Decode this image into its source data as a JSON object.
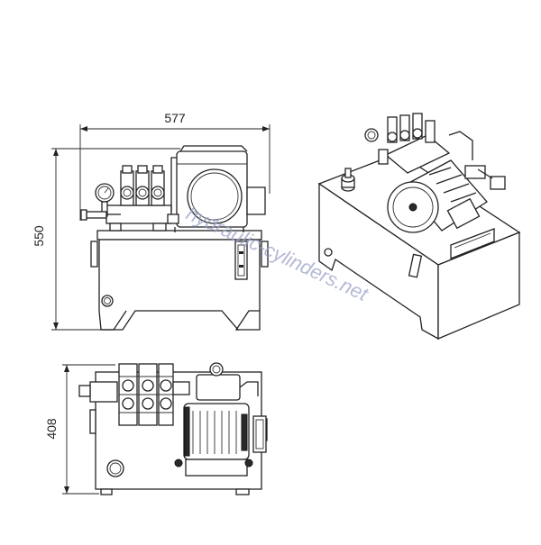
{
  "drawing": {
    "front_view": {
      "width_dimension": "577",
      "height_dimension": "550"
    },
    "top_view": {
      "depth_dimension": "408"
    },
    "watermark": "hydraulic-cylinders.net"
  },
  "colors": {
    "line": "#222222",
    "watermark": "#9aa3c8",
    "background": "#ffffff"
  }
}
